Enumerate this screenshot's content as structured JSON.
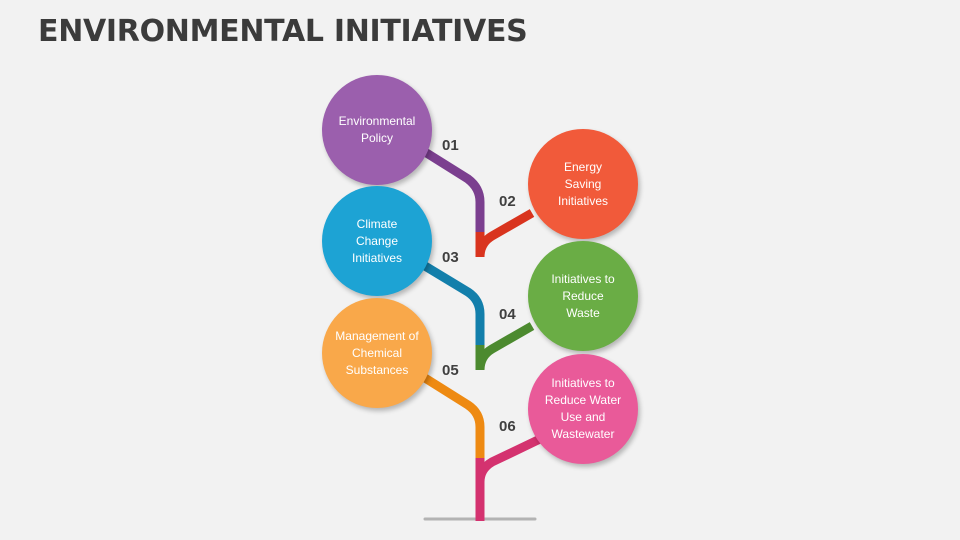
{
  "title": "ENVIRONMENTAL INITIATIVES",
  "items": [
    {
      "number": "01",
      "label": "Environmental Policy",
      "color": "#9b5fad"
    },
    {
      "number": "02",
      "label": "Energy Saving Initiatives",
      "color": "#f15a3a"
    },
    {
      "number": "03",
      "label": "Climate Change Initiatives",
      "color": "#1da3d4"
    },
    {
      "number": "04",
      "label": "Initiatives to Reduce Waste",
      "color": "#6aad45"
    },
    {
      "number": "05",
      "label": "Management of Chemical Substances",
      "color": "#f9a84a"
    },
    {
      "number": "06",
      "label": "Initiatives to Reduce Water Use and Wastewater",
      "color": "#e95a99"
    }
  ],
  "branch_colors": {
    "01": "#7b3f8f",
    "02": "#d9341e",
    "03": "#137fab",
    "04": "#4c8a2f",
    "05": "#ee8a12",
    "06": "#d4326f"
  }
}
